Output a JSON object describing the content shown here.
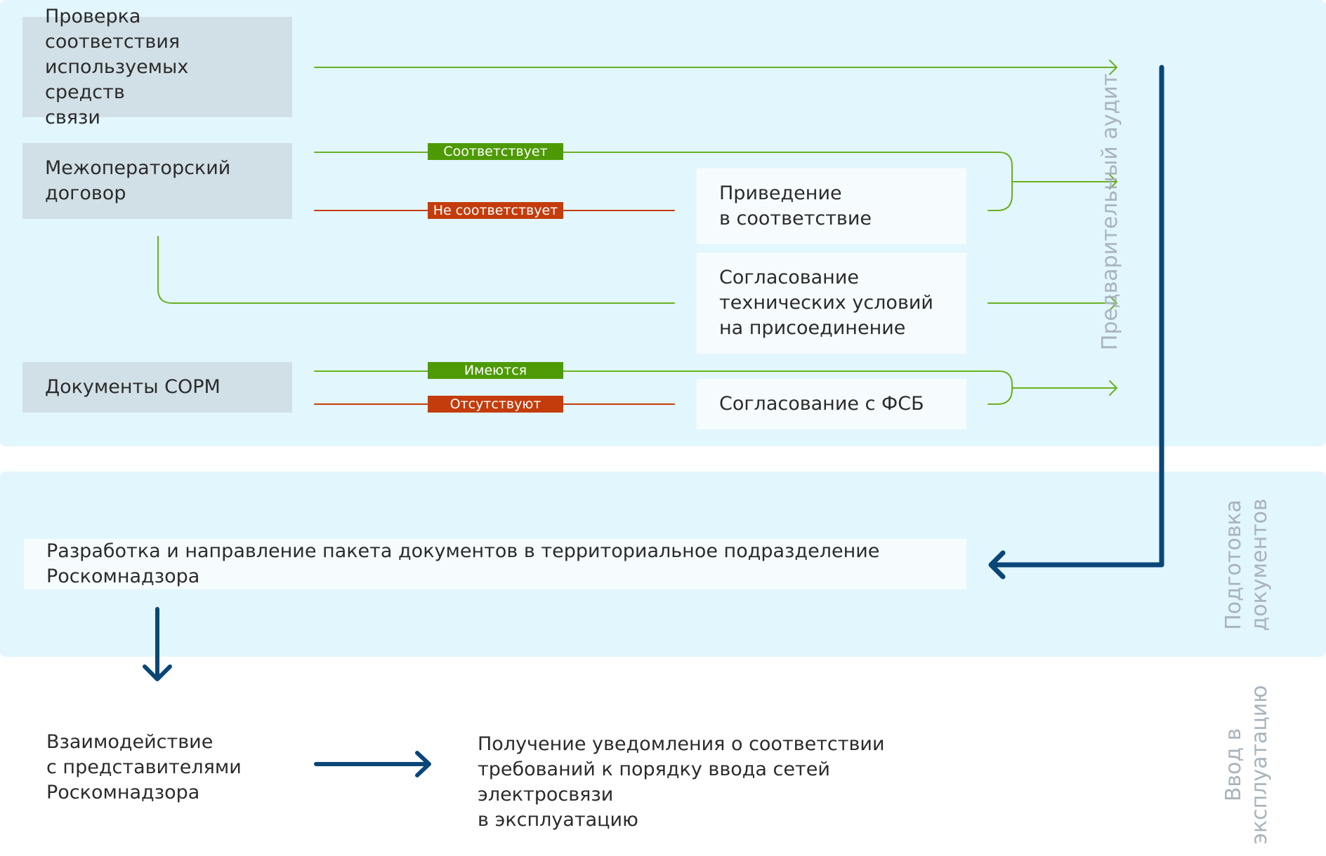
{
  "blocks": {
    "check_means": "Проверка соответствия\nиспользуемых средств\nсвязи",
    "interop_contract": "Межоператорский\nдоговор",
    "sorm_docs": "Документы СОРМ",
    "bring_compliance": "Приведение\nв соответствие",
    "tech_conditions": "Согласование\nтехнических условий\nна присоединение",
    "fsb_approval": "Согласование с ФСБ",
    "package": "Разработка и направление пакета документов в территориальное подразделение Роскомнадзора",
    "interaction": "Взаимодействие\nс представителями\nРоскомнадзора",
    "notification": "Получение уведомления о соответствии\nтребований к порядку ввода сетей электросвязи\nв эксплуатацию"
  },
  "tags": {
    "complies": "Соответствует",
    "not_complies": "Не соответствует",
    "available": "Имеются",
    "missing": "Отсутствуют"
  },
  "stages": {
    "pre_audit": "Предварительный аудит",
    "doc_prep": "Подготовка\nдокументов",
    "commissioning": "Ввод в\nэксплуатацию"
  },
  "colors": {
    "band": "#e2f6fd",
    "grey_box": "#d1e0e6",
    "white_box": "#f6fcfe",
    "green": "#4e9a06",
    "green_line": "#6ab023",
    "red": "#c43c0c",
    "navy": "#0a4677",
    "stage_text": "#a9b3bb"
  }
}
